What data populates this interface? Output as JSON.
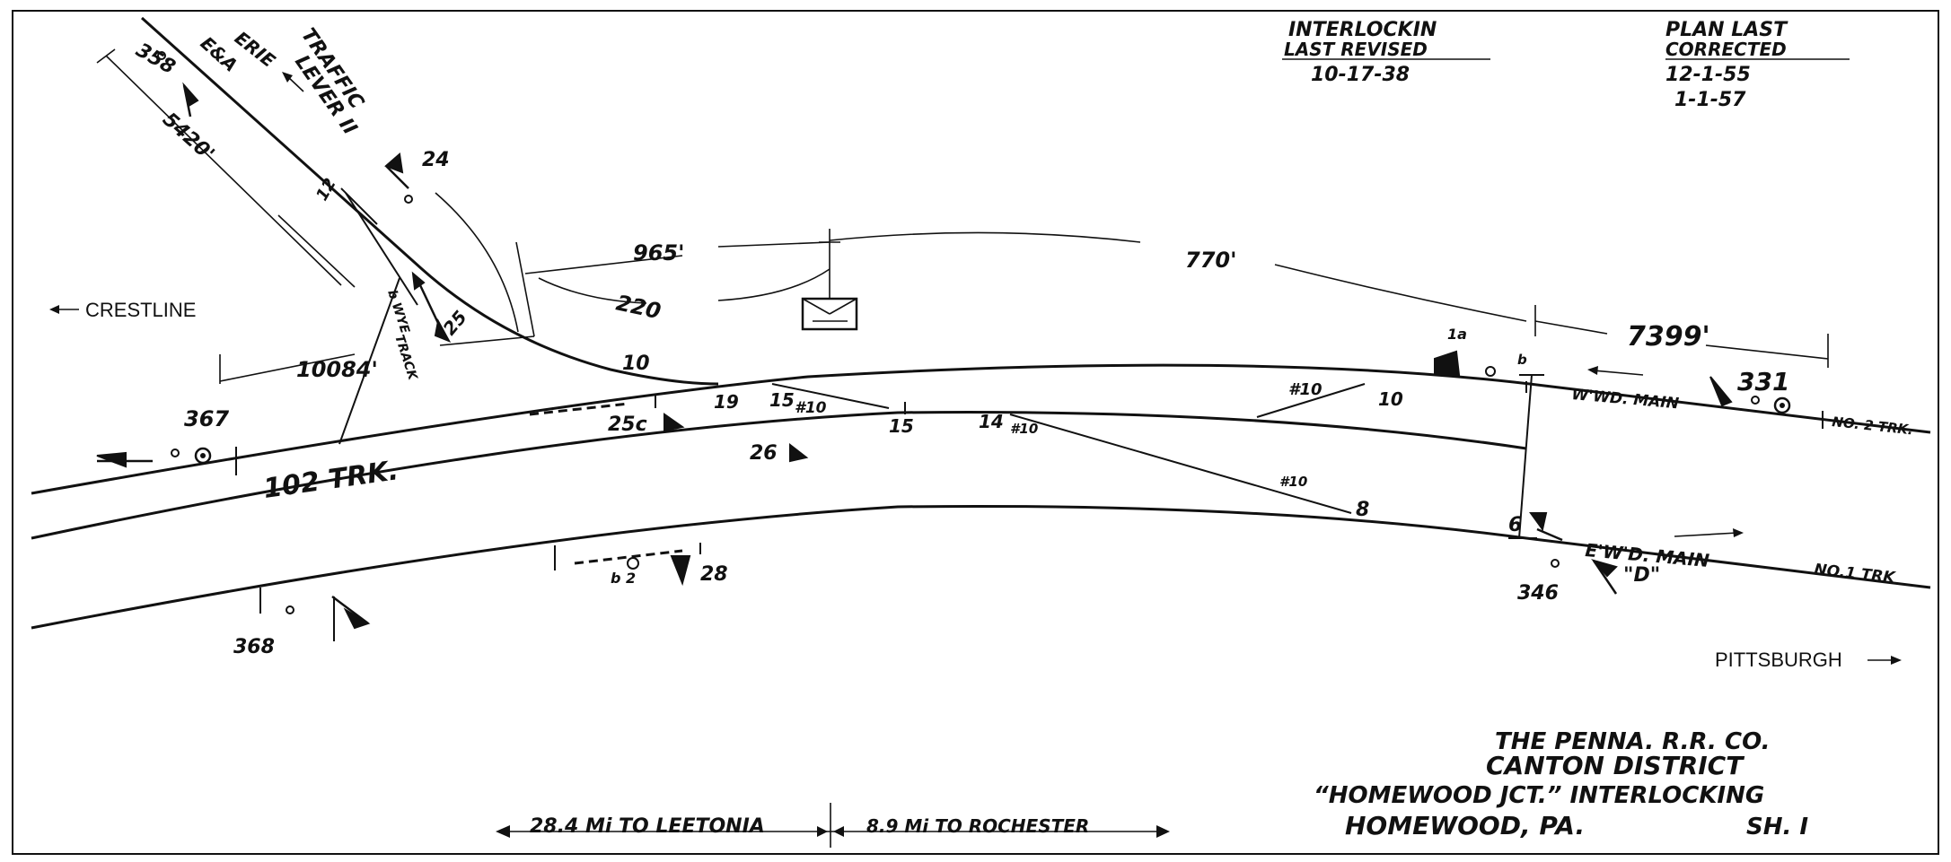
{
  "header": {
    "interlocking_title": "INTERLOCKIN",
    "last_revised_label": "LAST REVISED",
    "last_revised_date": "10-17-38",
    "plan_title": "PLAN LAST",
    "corrected_label": "CORRECTED",
    "corrected_date_1": "12-1-55",
    "corrected_date_2": "1-1-57"
  },
  "directions": {
    "west": "CRESTLINE",
    "east": "PITTSBURGH"
  },
  "tracks": {
    "erie_line": "ERIE",
    "erie_sub": "E&A",
    "traffic_lever_1": "TRAFFIC",
    "traffic_lever_2": "LEVER II",
    "track_102": "102 TRK.",
    "wwd_main": "W'WD. MAIN",
    "ewd_main": "E'W'D. MAIN",
    "no2": "NO. 2 TRK.",
    "no1": "NO.1 TRK",
    "wye": "b WYE",
    "track_label": "TRACK"
  },
  "distances": {
    "d5420": "5420'",
    "d965": "965'",
    "d220": "220",
    "d770": "770'",
    "d10084": "10084'",
    "d7399": "7399'"
  },
  "signals": {
    "s358": "358",
    "s24": "24",
    "s25": "25",
    "s367": "367",
    "s25c": "25c",
    "s26": "26",
    "s28": "28",
    "s368": "368",
    "s331": "331",
    "s1a": "1a",
    "s1b": "b",
    "s6": "6",
    "s346": "346",
    "sD": "\"D\"",
    "s2": "b 2"
  },
  "switches": {
    "sw10a": "10",
    "sw19": "19",
    "sw15a": "15",
    "sw10b": "#10",
    "sw15b": "15",
    "sw14": "14",
    "sw10c": "#10",
    "sw10d": "#10",
    "sw10e": "10",
    "sw10f": "#10",
    "sw8": "8",
    "sw12": "12"
  },
  "footer": {
    "to_leetonia": "28.4 Mi TO LEETONIA",
    "to_rochester": "8.9 Mi TO ROCHESTER"
  },
  "title_block": {
    "line1": "THE PENNA. R.R. CO.",
    "line2": "CANTON DISTRICT",
    "line3": "“HOMEWOOD JCT.” INTERLOCKING",
    "line4": "HOMEWOOD, PA.",
    "sheet": "SH. I"
  }
}
